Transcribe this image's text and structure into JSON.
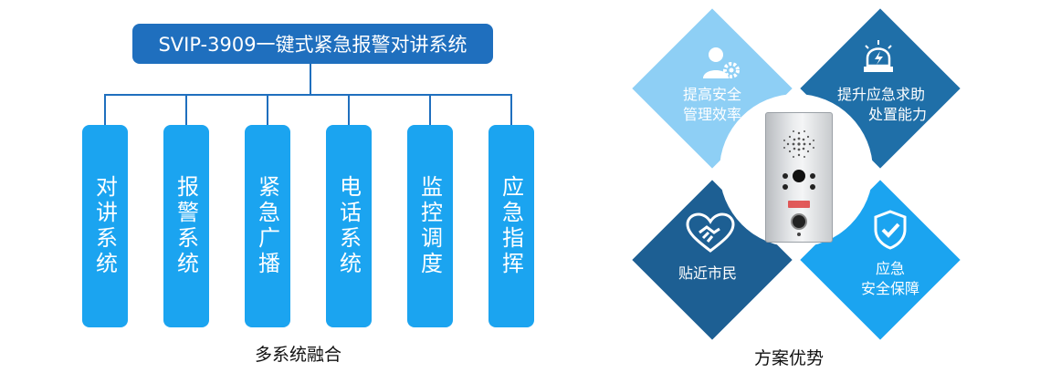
{
  "left_panel": {
    "title": "SVIP-3909一键式紧急报警对讲系统",
    "systems": [
      "对讲系统",
      "报警系统",
      "紧急广播",
      "电话系统",
      "监控调度",
      "应急指挥"
    ],
    "caption": "多系统融合"
  },
  "right_panel": {
    "advantages": [
      {
        "label_line1": "提高安全",
        "label_line2": "管理效率",
        "icon": "user-gear-icon",
        "color": "#8ecff5"
      },
      {
        "label_line1": "提升应急求助",
        "label_line2": "处置能力",
        "icon": "alarm-light-icon",
        "color": "#1f6fa8"
      },
      {
        "label_line1": "贴近市民",
        "label_line2": "",
        "icon": "heart-handshake-icon",
        "color": "#1d5f93"
      },
      {
        "label_line1": "应急",
        "label_line2": "安全保障",
        "icon": "shield-check-icon",
        "color": "#1ba4f0"
      }
    ],
    "caption": "方案优势"
  },
  "colors": {
    "title_bg": "#1f6fbe",
    "pill_bg": "#1ba4f0",
    "connector": "#1f6fbe"
  }
}
